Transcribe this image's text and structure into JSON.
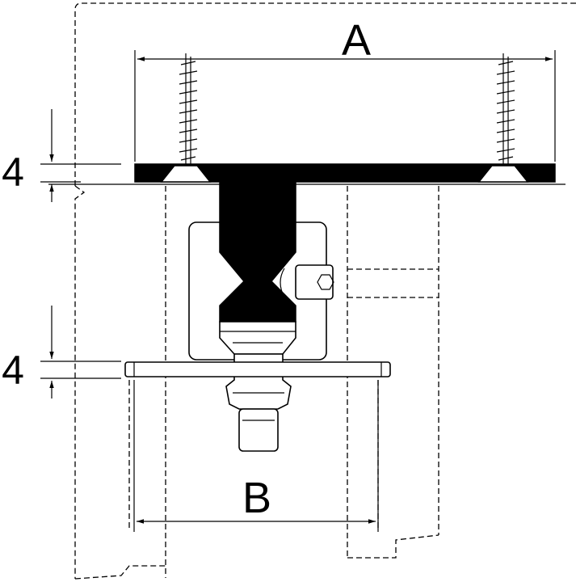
{
  "labels": {
    "dim_a": "A",
    "dim_b": "B",
    "thickness_top": "4",
    "thickness_bottom": "4"
  }
}
